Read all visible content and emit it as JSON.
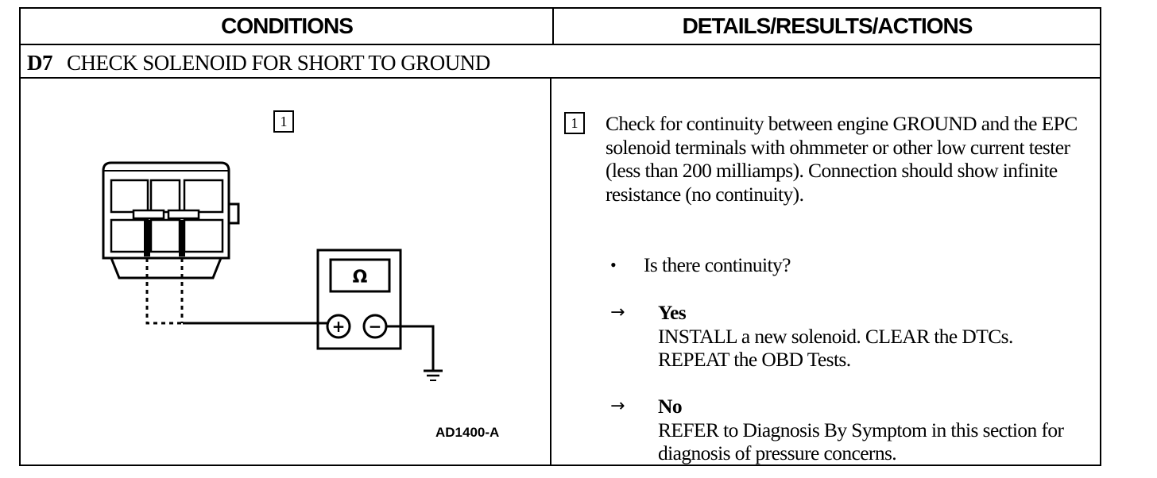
{
  "headers": {
    "conditions": "CONDITIONS",
    "details": "DETAILS/RESULTS/ACTIONS"
  },
  "step": {
    "id": "D7",
    "title": "CHECK SOLENOID FOR SHORT TO GROUND"
  },
  "figure": {
    "callout": "1",
    "meter_symbol": "Ω",
    "plus_symbol": "+",
    "minus_symbol": "−",
    "label": "AD1400-A"
  },
  "details": {
    "callout": "1",
    "instruction": "Check for continuity between engine GROUND and the EPC solenoid terminals with ohmmeter or other low current tester (less than 200 milliamps). Connection should show infinite resistance (no continuity).",
    "bullet": "•",
    "question": "Is there continuity?",
    "arrow": "→",
    "answers": [
      {
        "label": "Yes",
        "text": "INSTALL a new solenoid. CLEAR the DTCs. REPEAT the OBD Tests."
      },
      {
        "label": "No",
        "text": "REFER to Diagnosis By Symptom in this section for diagnosis of pressure concerns."
      }
    ]
  }
}
